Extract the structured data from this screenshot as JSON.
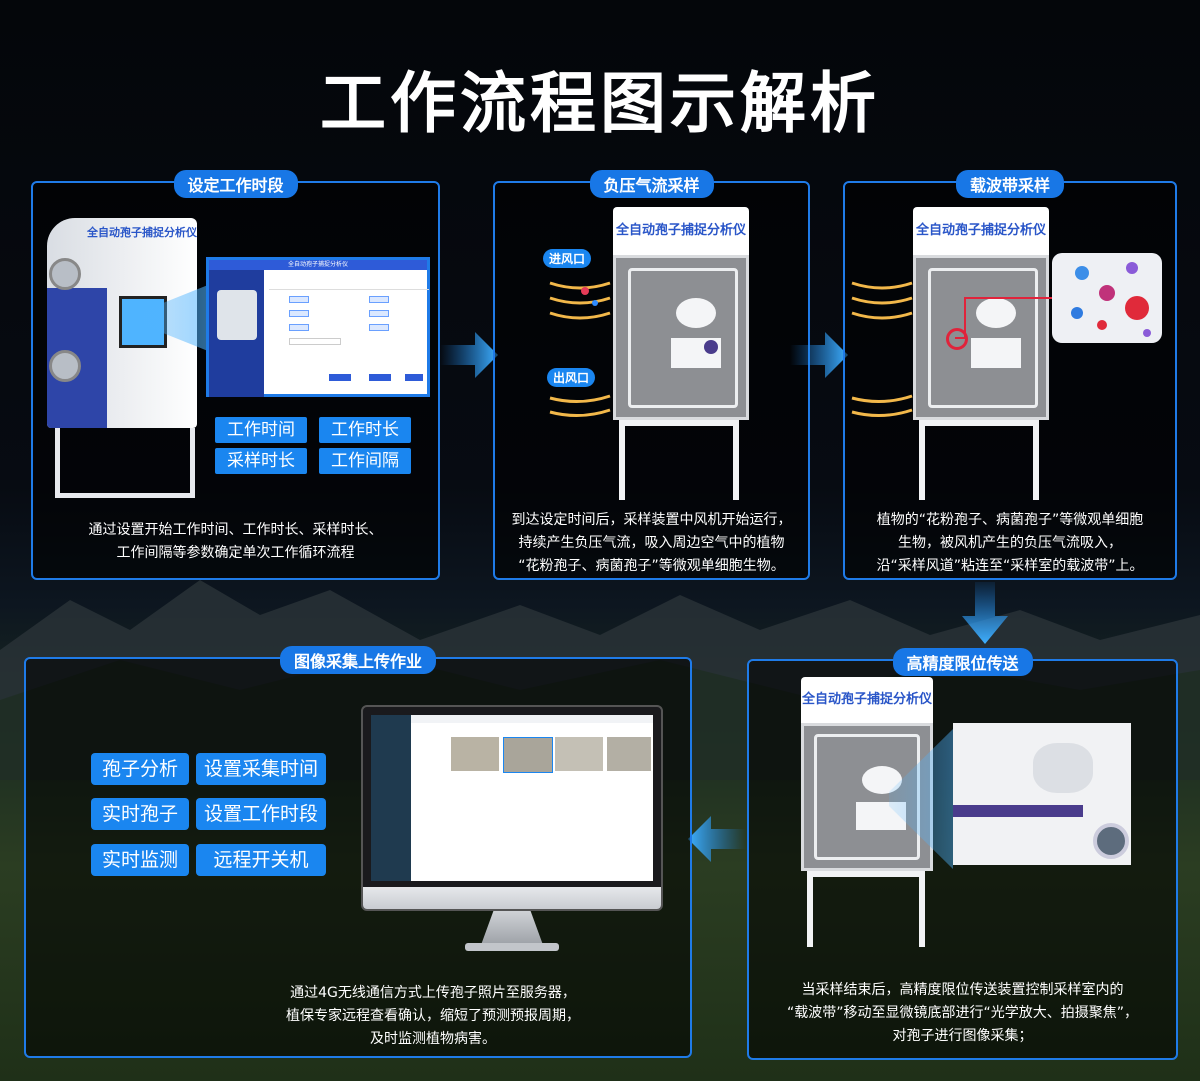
{
  "title": "工作流程图示解析",
  "steps": {
    "s1": {
      "tag": "设定工作时段",
      "machine_label": "全自动孢子捕捉分析仪",
      "screen_title": "全自动孢子捕捉分析仪",
      "chips": [
        "工作时间",
        "工作时长",
        "采样时长",
        "工作间隔"
      ],
      "desc_lines": [
        "通过设置开始工作时间、工作时长、采样时长、",
        "工作间隔等参数确定单次工作循环流程"
      ]
    },
    "s2": {
      "tag": "负压气流采样",
      "machine_label": "全自动孢子捕捉分析仪",
      "inlet": "进风口",
      "outlet": "出风口",
      "desc_lines": [
        "到达设定时间后，采样装置中风机开始运行，",
        "持续产生负压气流，吸入周边空气中的植物",
        "“花粉孢子、病菌孢子”等微观单细胞生物。"
      ]
    },
    "s3": {
      "tag": "载波带采样",
      "machine_label": "全自动孢子捕捉分析仪",
      "desc_lines": [
        "植物的“花粉孢子、病菌孢子”等微观单细胞",
        "生物，被风机产生的负压气流吸入，",
        "沿“采样风道”粘连至“采样室的载波带”上。"
      ]
    },
    "s4": {
      "tag": "高精度限位传送",
      "machine_label": "全自动孢子捕捉分析仪",
      "desc_lines": [
        "当采样结束后，高精度限位传送装置控制采样室内的",
        "“载波带”移动至显微镜底部进行“光学放大、拍摄聚焦”，",
        "对孢子进行图像采集；"
      ]
    },
    "s5": {
      "tag": "图像采集上传作业",
      "chips": [
        "孢子分析",
        "设置采集时间",
        "实时孢子",
        "设置工作时段",
        "实时监测",
        "远程开关机"
      ],
      "desc_lines": [
        "通过4G无线通信方式上传孢子照片至服务器，",
        "植保专家远程查看确认，缩短了预测预报周期，",
        "及时监测植物病害。"
      ]
    }
  },
  "colors": {
    "accent": "#1a86f0",
    "border": "#1f7be8",
    "brand_text": "#2a56c8"
  }
}
